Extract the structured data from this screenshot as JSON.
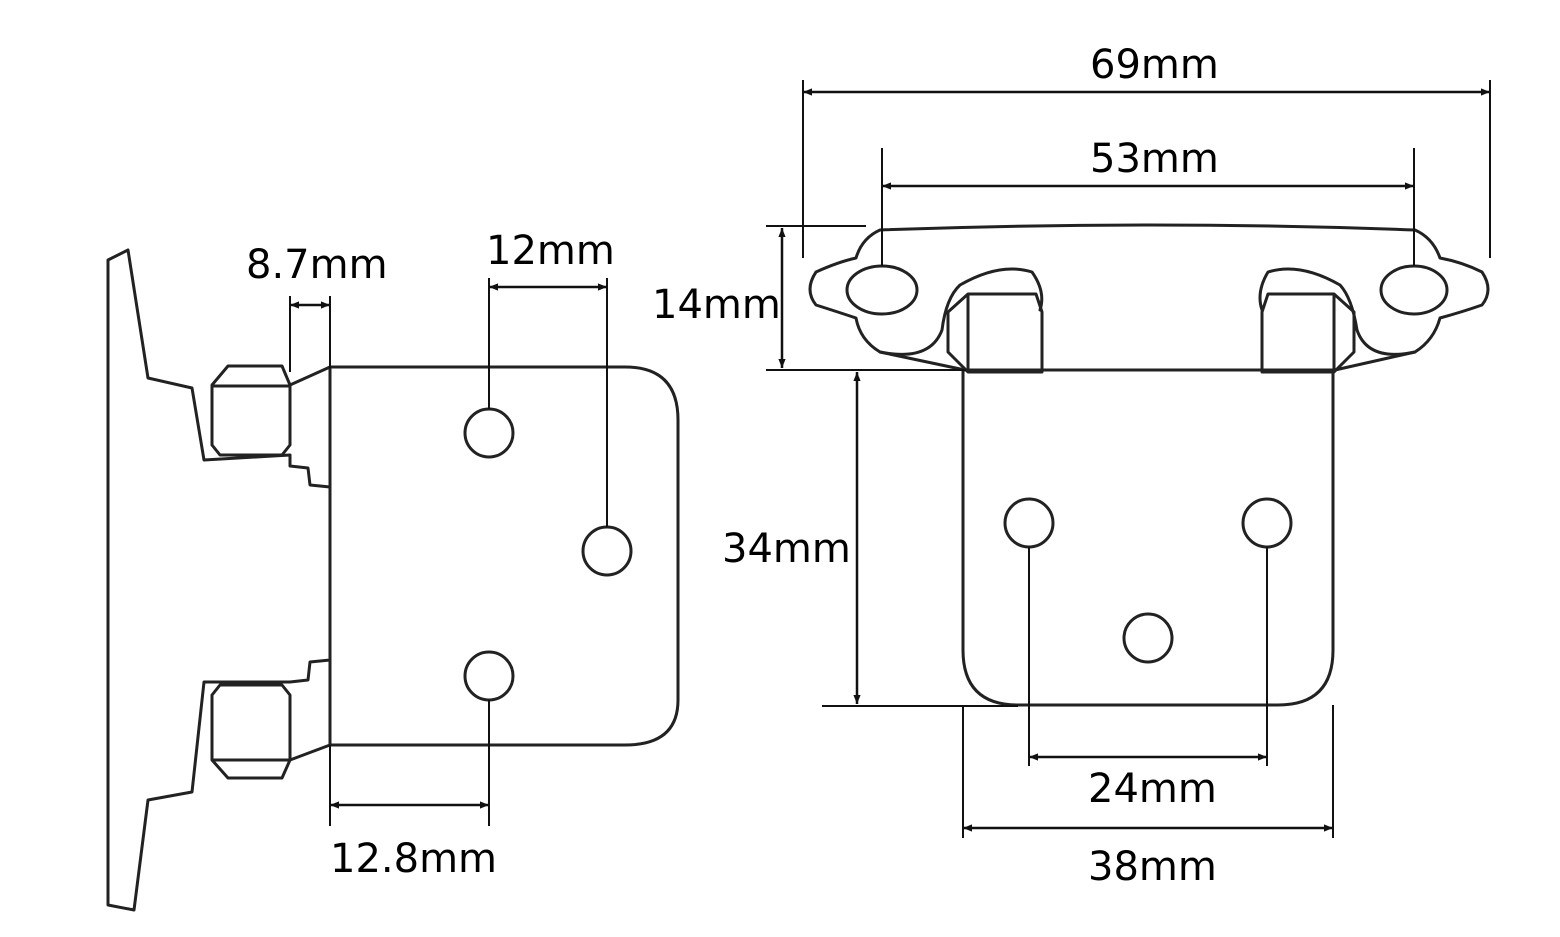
{
  "colors": {
    "line": "#222222",
    "background": "#ffffff"
  },
  "dimensions": {
    "overall_width": "69mm",
    "hole_spacing_top": "53mm",
    "flange_height": "14mm",
    "leaf_height": "34mm",
    "lower_hole_spacing": "24mm",
    "leaf_width": "38mm",
    "knuckle_offset": "8.7mm",
    "hole_offset_horizontal": "12mm",
    "hole_offset_from_edge": "12.8mm"
  }
}
